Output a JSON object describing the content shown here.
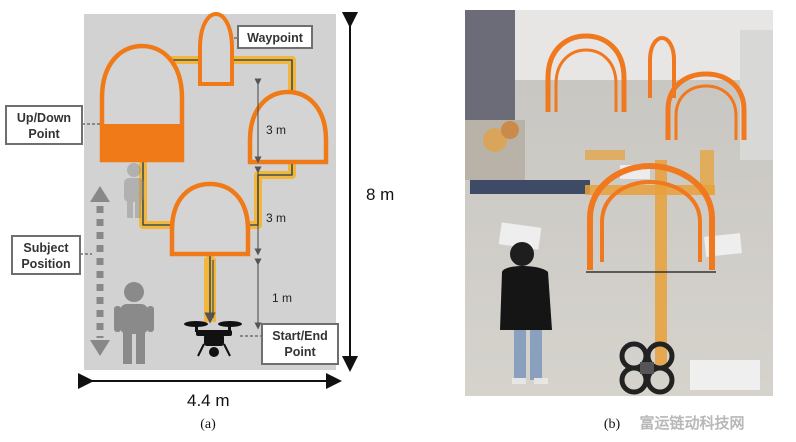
{
  "panel_a": {
    "caption": "(a)",
    "callouts": {
      "waypoint": "Waypoint",
      "up_down_line1": "Up/Down",
      "up_down_line2": "Point",
      "subject_line1": "Subject",
      "subject_line2": "Position",
      "start_end_line1": "Start/End",
      "start_end_line2": "Point"
    },
    "dimensions": {
      "height_total": "8 m",
      "width_total": "4.4 m",
      "gate_spacing_upper": "3 m",
      "gate_spacing_middle": "3 m",
      "takeoff_distance": "1 m"
    },
    "colors": {
      "floor": "#d2d2d2",
      "gate_orange": "#f07a18",
      "gate_fill": "#d4d4d4",
      "path_yellow": "#f4b63a",
      "path_dark": "#3e5050",
      "callout_border": "#6f6f6f",
      "subject_gray": "#8a8a8a"
    }
  },
  "panel_b": {
    "caption": "(b)",
    "colors": {
      "gate_orange": "#f0781e",
      "floor": "#c9c6c0",
      "lane_yellow": "#e8a13a"
    }
  },
  "watermark": "富运链动科技网"
}
